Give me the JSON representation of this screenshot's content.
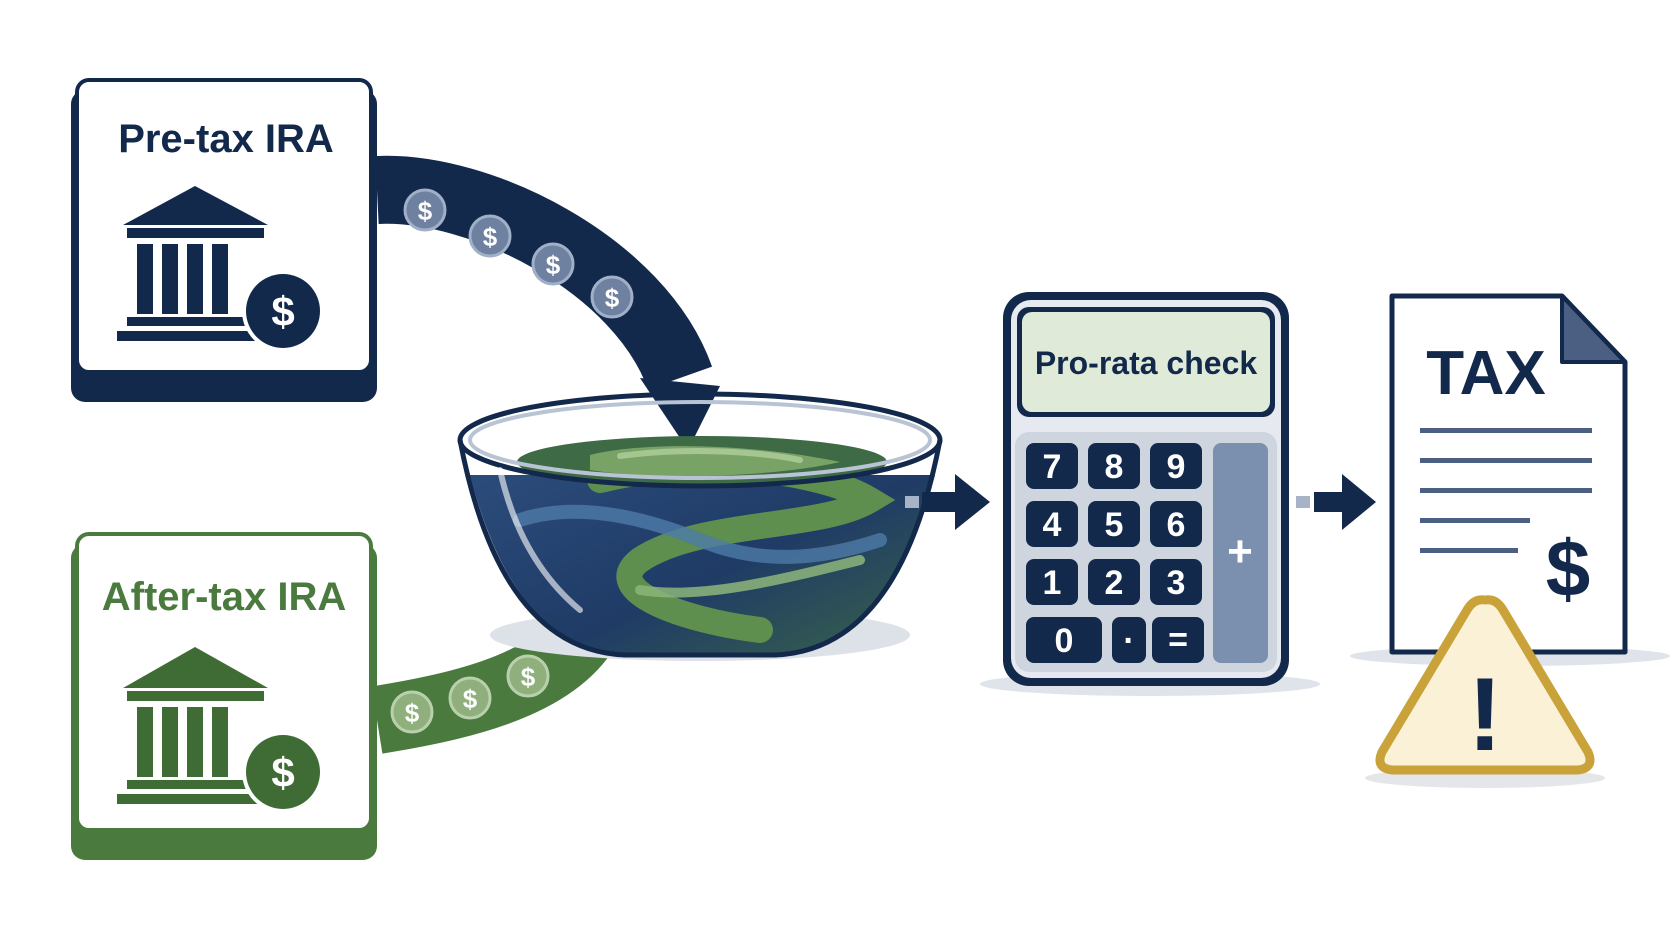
{
  "colors": {
    "navy": "#13294b",
    "green": "#4a7a3e",
    "gold": "#c9a33a",
    "warning_fill": "#faf1d6",
    "screen_fill": "#dfead9",
    "calculator_body": "#e6e9ef",
    "plus_key": "#7b8fae"
  },
  "pretax": {
    "label": "Pre-tax IRA",
    "icon": "bank-icon"
  },
  "aftertax": {
    "label": "After-tax IRA",
    "icon": "bank-icon"
  },
  "coin_symbol": "$",
  "calculator": {
    "screen_text": "Pro-rata check",
    "keys": [
      "7",
      "8",
      "9",
      "4",
      "5",
      "6",
      "1",
      "2",
      "3",
      "0",
      "·",
      "="
    ],
    "plus_key": "+"
  },
  "tax_form": {
    "title": "TAX",
    "currency": "$"
  },
  "warning": {
    "symbol": "!",
    "icon": "warning-icon"
  }
}
